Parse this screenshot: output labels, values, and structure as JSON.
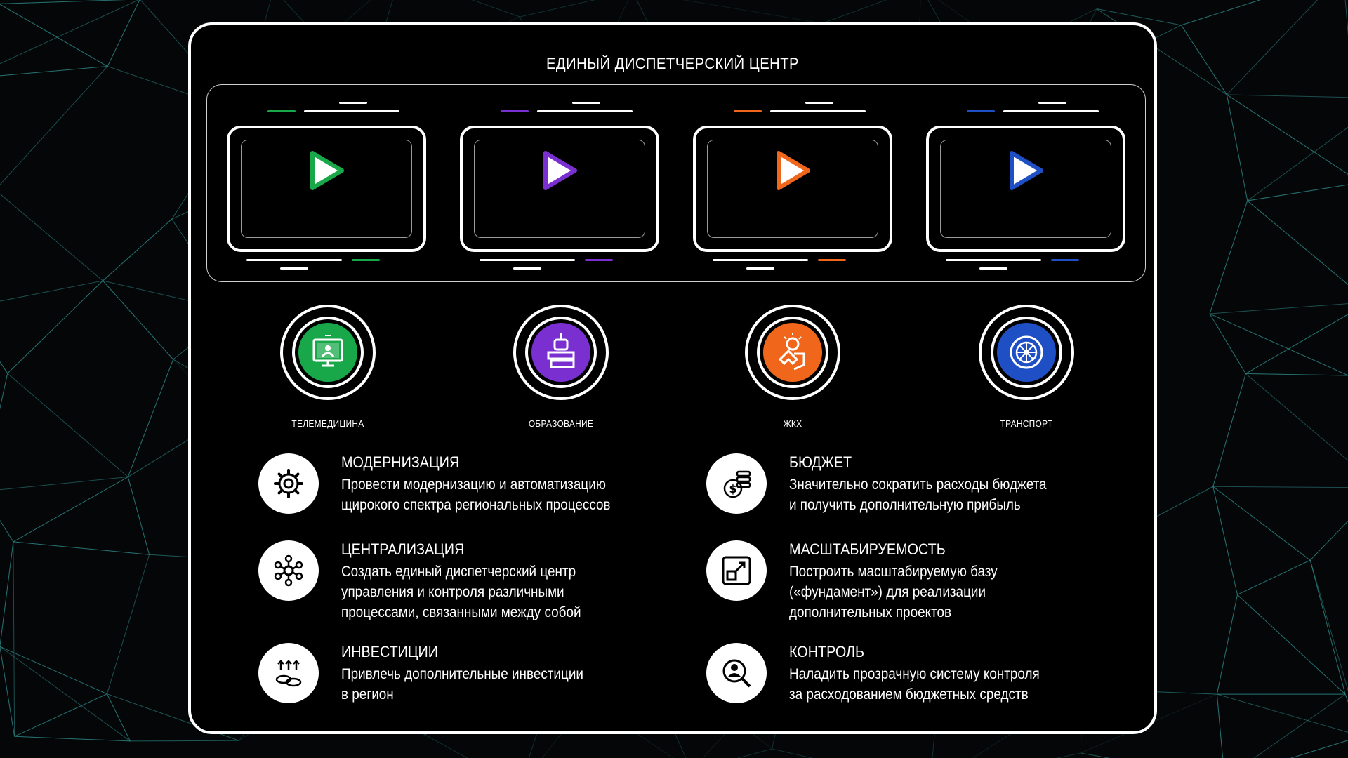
{
  "header": {
    "title": "ЕДИНЫЙ ДИСПЕТЧЕРСКИЙ ЦЕНТР"
  },
  "colors": {
    "green": "#18a84a",
    "purple": "#7a2fd0",
    "orange": "#f0661a",
    "blue": "#1f4fc4",
    "background": "#000000",
    "mesh": "#2f8a8a"
  },
  "screens": [
    {
      "accent": "#18a84a",
      "icon": "play-icon"
    },
    {
      "accent": "#7a2fd0",
      "icon": "play-icon"
    },
    {
      "accent": "#f0661a",
      "icon": "play-icon"
    },
    {
      "accent": "#1f4fc4",
      "icon": "play-icon"
    }
  ],
  "categories": [
    {
      "label": "ТЕЛЕМЕДИЦИНА",
      "icon": "telemedicine-monitor-icon",
      "color": "#18a84a"
    },
    {
      "label": "ОБРАЗОВАНИЕ",
      "icon": "education-robot-books-icon",
      "color": "#7a2fd0"
    },
    {
      "label": "ЖКХ",
      "icon": "utilities-lightbulb-icon",
      "color": "#f0661a"
    },
    {
      "label": "ТРАНСПОРТ",
      "icon": "transport-wheel-icon",
      "color": "#1f4fc4"
    }
  ],
  "benefits": {
    "modernization": {
      "title": "МОДЕРНИЗАЦИЯ",
      "lines": [
        "Провести модернизацию и автоматизацию",
        "щирокого спектра региональных процессов"
      ],
      "icon": "gear-icon"
    },
    "budget": {
      "title": "БЮДЖЕТ",
      "lines": [
        "Значительно сократить расходы бюджета",
        "и получить дополнительную прибыль"
      ],
      "icon": "coins-icon"
    },
    "centralization": {
      "title": "ЦЕНТРАЛИЗАЦИЯ",
      "lines": [
        "Создать единый диспетчерский центр",
        "управления и контроля различными",
        "процессами, связанными между собой"
      ],
      "icon": "network-hub-icon"
    },
    "scalability": {
      "title": "МАСШТАБИРУЕМОСТЬ",
      "lines": [
        "Построить масштабируемую базу",
        "(«фундамент») для реализации",
        "дополнительных проектов"
      ],
      "icon": "scale-up-icon"
    },
    "investments": {
      "title": "ИНВЕСТИЦИИ",
      "lines": [
        "Привлечь дополнительные инвестиции",
        "в регион"
      ],
      "icon": "investment-coins-icon"
    },
    "control": {
      "title": "КОНТРОЛЬ",
      "lines": [
        "Наладить прозрачную систему контроля",
        "за расходованием бюджетных средств"
      ],
      "icon": "magnifier-person-icon"
    }
  }
}
